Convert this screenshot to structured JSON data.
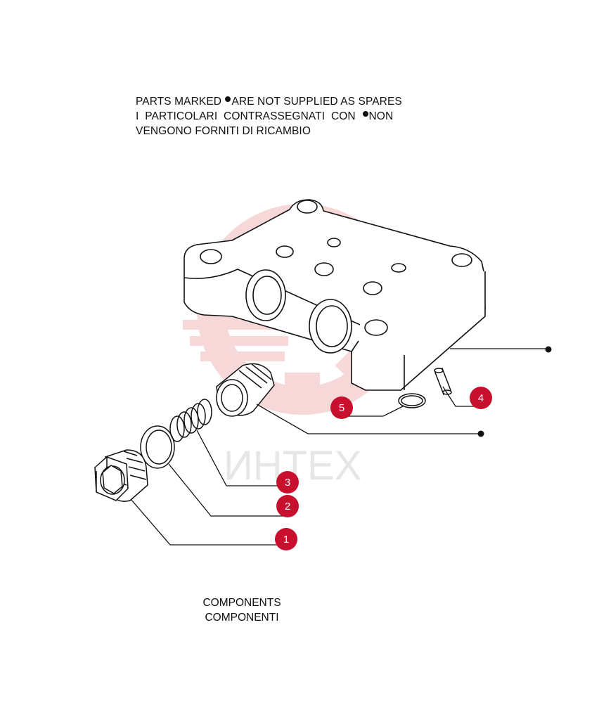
{
  "note": {
    "line1_a": "PARTS MARKED ",
    "line1_b": "ARE NOT SUPPLIED AS SPARES",
    "line2_a": "I  PARTICOLARI  CONTRASSEGNATI  CON  ",
    "line2_b": "NON",
    "line3": "VENGONO FORNITI DI RICAMBIO"
  },
  "caption": {
    "line1": "COMPONENTS",
    "line2": "COMPONENTI"
  },
  "watermark": "ИНТЕХ",
  "callouts": [
    "1",
    "2",
    "3",
    "4",
    "5"
  ],
  "colors": {
    "badge": "#c8102e",
    "watermark": "#f3c9c9",
    "line": "#111111"
  }
}
